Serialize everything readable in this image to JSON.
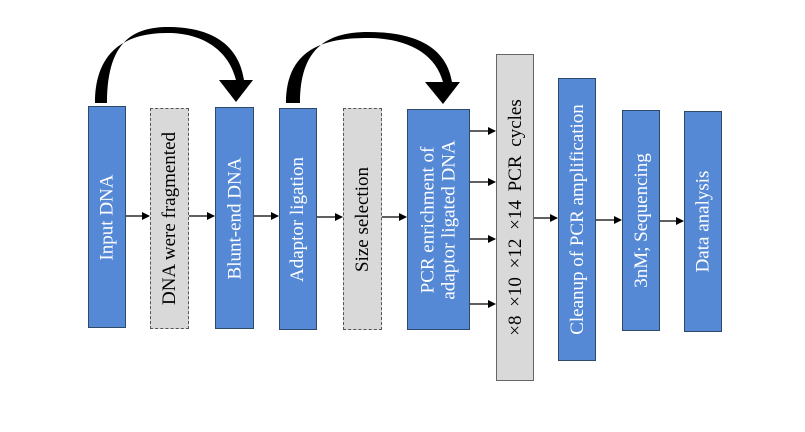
{
  "colors": {
    "process_fill": "#5589d6",
    "process_border": "#2e4a6b",
    "optional_fill": "#d9d9d9",
    "arrow": "#000000"
  },
  "steps": [
    {
      "id": "input-dna",
      "label": "Input DNA",
      "style": "blue"
    },
    {
      "id": "dna-fragmented",
      "label": "DNA were fragmented",
      "style": "grey-dashed"
    },
    {
      "id": "blunt-end-dna",
      "label": "Blunt-end DNA",
      "style": "blue"
    },
    {
      "id": "adaptor-ligation",
      "label": "Adaptor ligation",
      "style": "blue"
    },
    {
      "id": "size-selection",
      "label": "Size selection",
      "style": "grey-dashed"
    },
    {
      "id": "pcr-enrichment",
      "label_line1": "PCR enrichment of",
      "label_line2": "adaptor ligated DNA",
      "style": "blue"
    },
    {
      "id": "pcr-cycles",
      "label": "×8 ×10 ×12 ×14 PCR cycles",
      "style": "grey-solid"
    },
    {
      "id": "cleanup",
      "label": "Cleanup of PCR amplification",
      "style": "blue"
    },
    {
      "id": "sequencing",
      "label": "3nM; Sequencing",
      "style": "blue"
    },
    {
      "id": "data-analysis",
      "label": "Data analysis",
      "style": "blue"
    }
  ],
  "connections": [
    {
      "from": "input-dna",
      "to": "dna-fragmented",
      "type": "arrow"
    },
    {
      "from": "dna-fragmented",
      "to": "blunt-end-dna",
      "type": "arrow"
    },
    {
      "from": "blunt-end-dna",
      "to": "adaptor-ligation",
      "type": "arrow"
    },
    {
      "from": "adaptor-ligation",
      "to": "size-selection",
      "type": "arrow"
    },
    {
      "from": "size-selection",
      "to": "pcr-enrichment",
      "type": "arrow"
    },
    {
      "from": "pcr-enrichment",
      "to": "pcr-cycles",
      "type": "arrow",
      "count": 4
    },
    {
      "from": "pcr-cycles",
      "to": "cleanup",
      "type": "arrow"
    },
    {
      "from": "cleanup",
      "to": "sequencing",
      "type": "arrow"
    },
    {
      "from": "sequencing",
      "to": "data-analysis",
      "type": "arrow"
    },
    {
      "from": "input-dna",
      "to": "blunt-end-dna",
      "type": "curved-arrow"
    },
    {
      "from": "adaptor-ligation",
      "to": "pcr-enrichment",
      "type": "curved-arrow"
    }
  ]
}
